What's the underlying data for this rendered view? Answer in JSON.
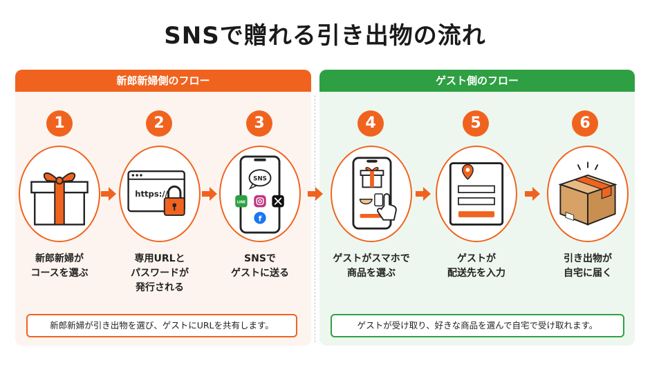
{
  "title": "SNSで贈れる引き出物の流れ",
  "sections": {
    "bride": {
      "header": "新郎新婦側のフロー",
      "note": "新郎新婦が引き出物を選び、ゲストにURLを共有します。"
    },
    "guest": {
      "header": "ゲスト側のフロー",
      "note": "ゲストが受け取り、好きな商品を選んで自宅で受け取れます。"
    }
  },
  "steps": [
    {
      "number": "1",
      "icon": "gift-box-icon",
      "line1": "新郎新婦が",
      "line2": "コースを選ぶ",
      "line3": ""
    },
    {
      "number": "2",
      "icon": "browser-lock-icon",
      "line1": "専用URLと",
      "line2": "パスワードが",
      "line3": "発行される",
      "url_text": "https://"
    },
    {
      "number": "3",
      "icon": "phone-sns-icon",
      "line1": "SNSで",
      "line2": "ゲストに送る",
      "line3": "",
      "bubble_text": "SNS",
      "line_badge": "LINE"
    },
    {
      "number": "4",
      "icon": "phone-shopping-icon",
      "line1": "ゲストがスマホで",
      "line2": "商品を選ぶ",
      "line3": ""
    },
    {
      "number": "5",
      "icon": "address-form-icon",
      "line1": "ゲストが",
      "line2": "配送先を入力",
      "line3": ""
    },
    {
      "number": "6",
      "icon": "delivery-box-icon",
      "line1": "引き出物が",
      "line2": "自宅に届く",
      "line3": ""
    }
  ],
  "colors": {
    "orange": "#f0631f",
    "green": "#2ea043",
    "bride_bg": "#fdf4ef",
    "guest_bg": "#eef7ef"
  }
}
